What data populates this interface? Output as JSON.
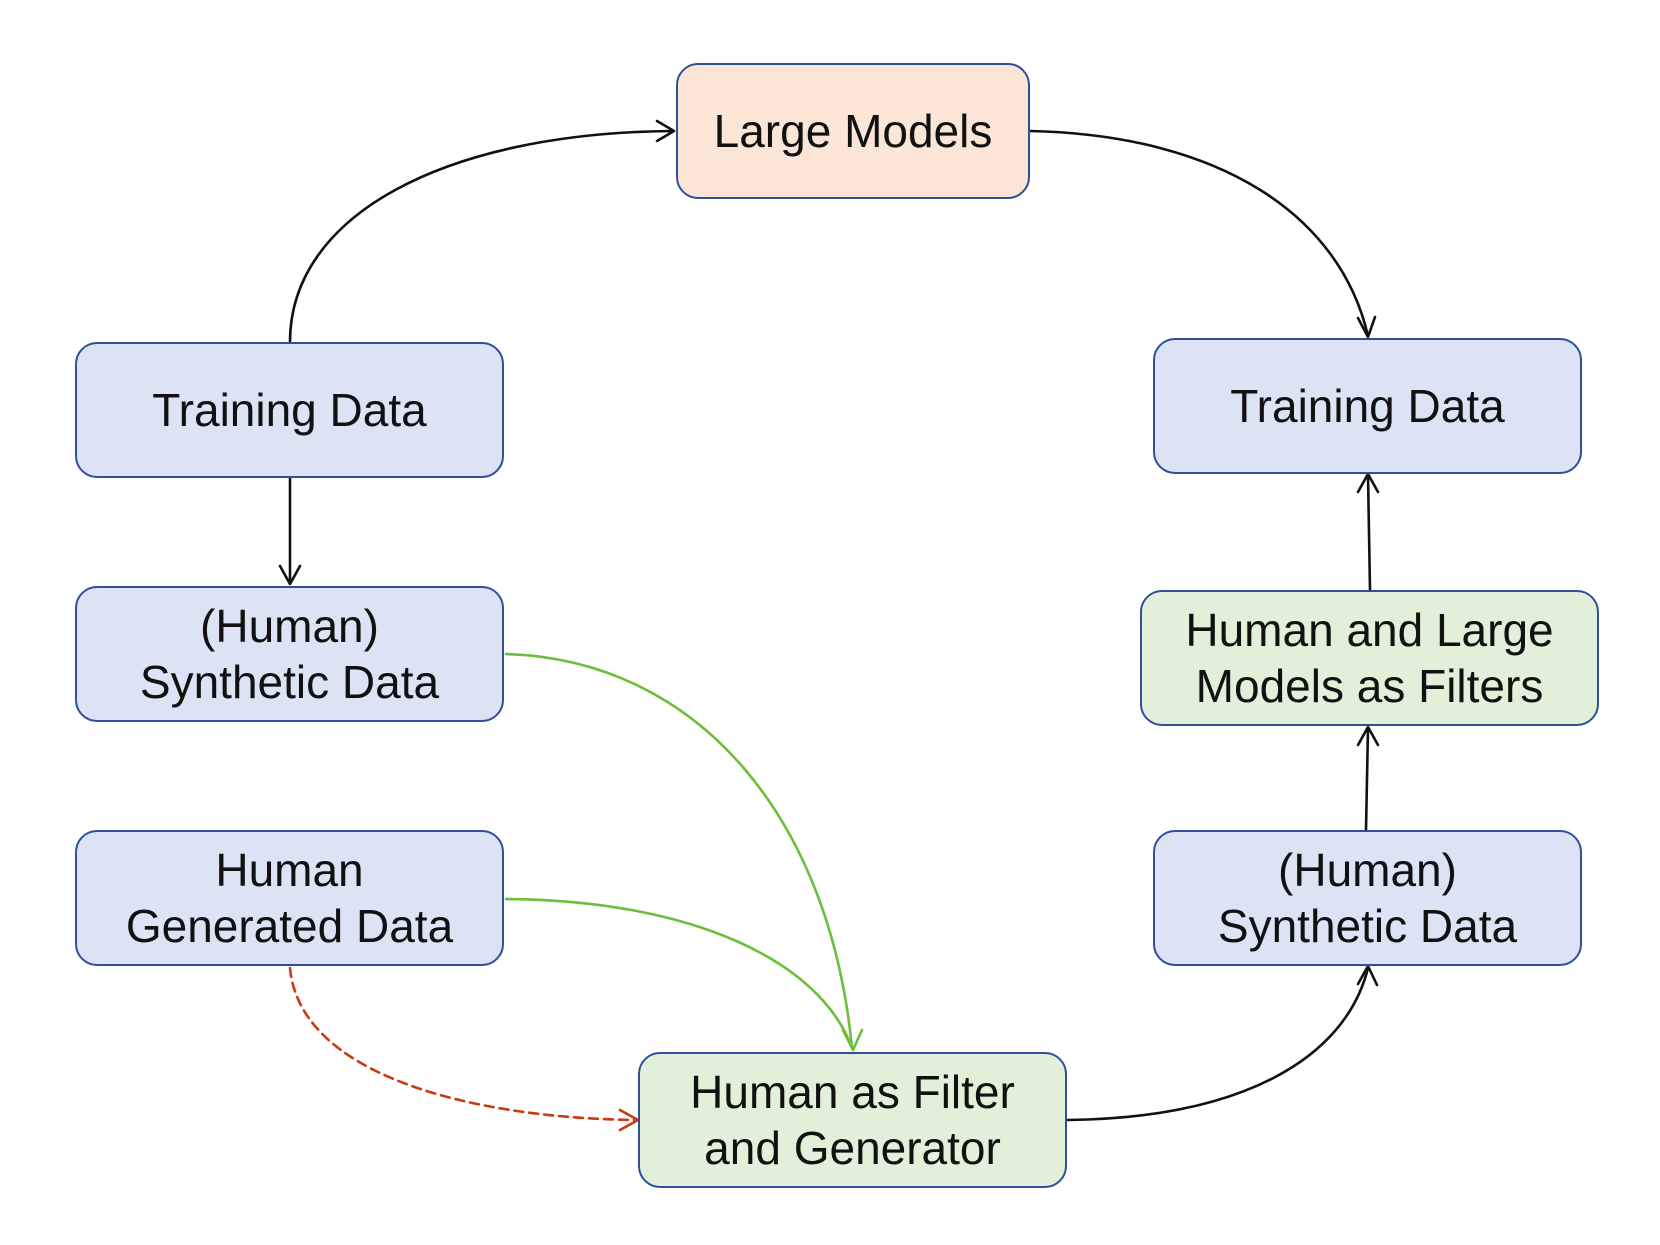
{
  "nodes": {
    "large_models": {
      "label": "Large Models"
    },
    "training_data_left": {
      "label": "Training Data"
    },
    "synthetic_left": {
      "line1": "(Human)",
      "line2": "Synthetic Data"
    },
    "human_generated": {
      "line1": "Human",
      "line2": "Generated Data"
    },
    "human_filter_generator": {
      "line1": "Human as Filter",
      "line2": "and Generator"
    },
    "synthetic_right": {
      "line1": "(Human)",
      "line2": "Synthetic Data"
    },
    "human_llm_filters": {
      "line1": "Human and Large",
      "line2": "Models as Filters"
    },
    "training_data_right": {
      "label": "Training Data"
    }
  },
  "colors": {
    "node_border": "#2f4f9a",
    "blue_fill": "#dbe3f5",
    "green_fill": "#e2f0d9",
    "peach_fill": "#fbe5d6",
    "black_edge": "#111111",
    "green_edge": "#6cbf3a",
    "red_edge": "#cc3a12"
  },
  "edges": [
    {
      "from": "training_data_left",
      "to": "large_models",
      "style": "solid",
      "color": "black"
    },
    {
      "from": "large_models",
      "to": "training_data_right",
      "style": "solid",
      "color": "black"
    },
    {
      "from": "training_data_left",
      "to": "synthetic_left",
      "style": "solid",
      "color": "black"
    },
    {
      "from": "synthetic_left",
      "to": "human_filter_generator",
      "style": "solid",
      "color": "green"
    },
    {
      "from": "human_generated",
      "to": "human_filter_generator",
      "style": "solid",
      "color": "green"
    },
    {
      "from": "human_generated",
      "to": "human_filter_generator",
      "style": "dashed",
      "color": "red"
    },
    {
      "from": "human_filter_generator",
      "to": "synthetic_right",
      "style": "solid",
      "color": "black"
    },
    {
      "from": "synthetic_right",
      "to": "human_llm_filters",
      "style": "solid",
      "color": "black"
    },
    {
      "from": "human_llm_filters",
      "to": "training_data_right",
      "style": "solid",
      "color": "black"
    }
  ]
}
